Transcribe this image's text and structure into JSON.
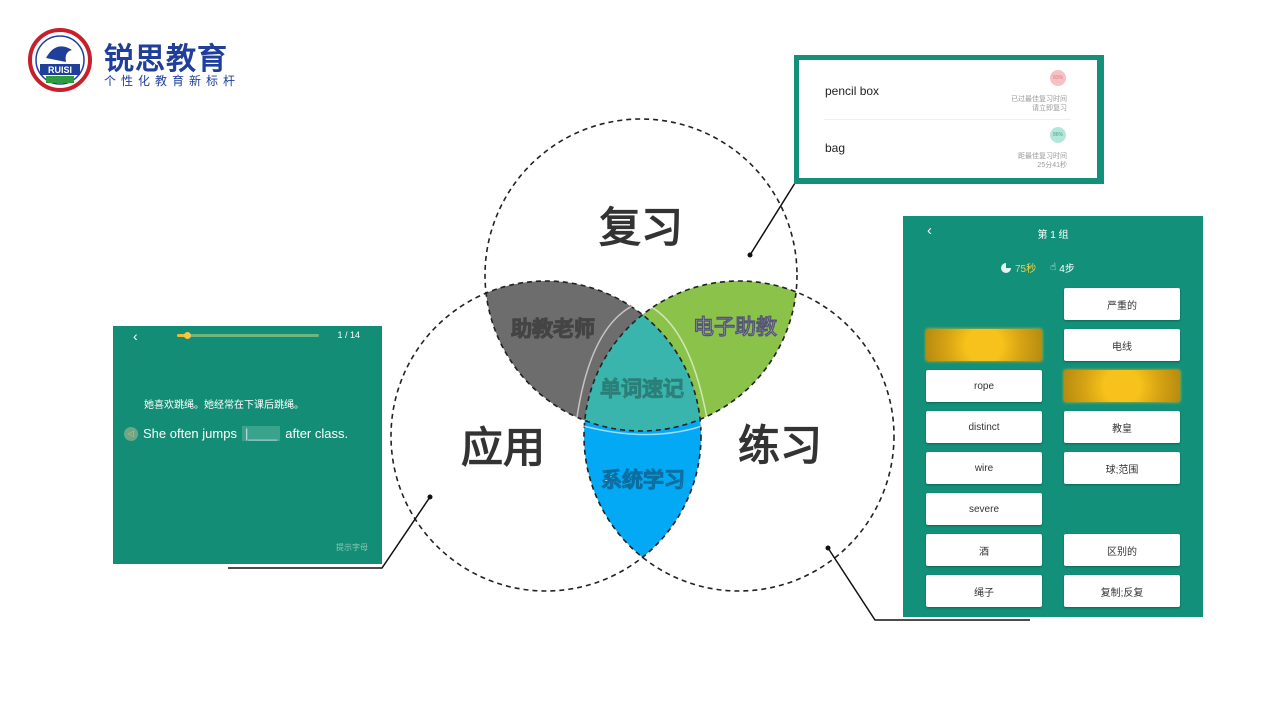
{
  "brand": {
    "name": "锐思教育",
    "slogan": "个性化教育新标杆",
    "logo_text": "RUISI"
  },
  "venn": {
    "circles": [
      "复习",
      "应用",
      "练习"
    ],
    "regions": {
      "top_left": "助教老师",
      "top_right": "电子助教",
      "center": "单词速记",
      "bottom": "系统学习"
    },
    "colors": {
      "top_left": "#6d6d6d",
      "top_right": "#8bc34a",
      "center": "#3ab5ad",
      "bottom": "#03a9f4"
    }
  },
  "review_panel": {
    "items": [
      {
        "word": "pencil box",
        "percent": "83%",
        "note_line1": "已过最佳复习时间",
        "note_line2": "请立即复习",
        "status_color": "#f7c1c4"
      },
      {
        "word": "bag",
        "percent": "86%",
        "note_line1": "距最佳复习时间",
        "note_line2": "25分41秒",
        "status_color": "#b5e6d9"
      }
    ]
  },
  "quiz_panel": {
    "progress": "1 / 14",
    "progress_fraction": 0.07,
    "chinese": "她喜欢跳绳。她经常在下课后跳绳。",
    "sentence_before": "She often jumps",
    "blank": "|____",
    "sentence_after": "after class.",
    "hint": "提示字母"
  },
  "match_panel": {
    "title": "第 1 组",
    "timer": "75秒",
    "steps": "4步",
    "left_cards": [
      "",
      "",
      "rope",
      "distinct",
      "wire",
      "severe",
      "酒",
      "绳子"
    ],
    "right_cards": [
      "严重的",
      "电线",
      "",
      "教皇",
      "球;范围",
      "",
      "区别的",
      "复制;反复"
    ]
  }
}
